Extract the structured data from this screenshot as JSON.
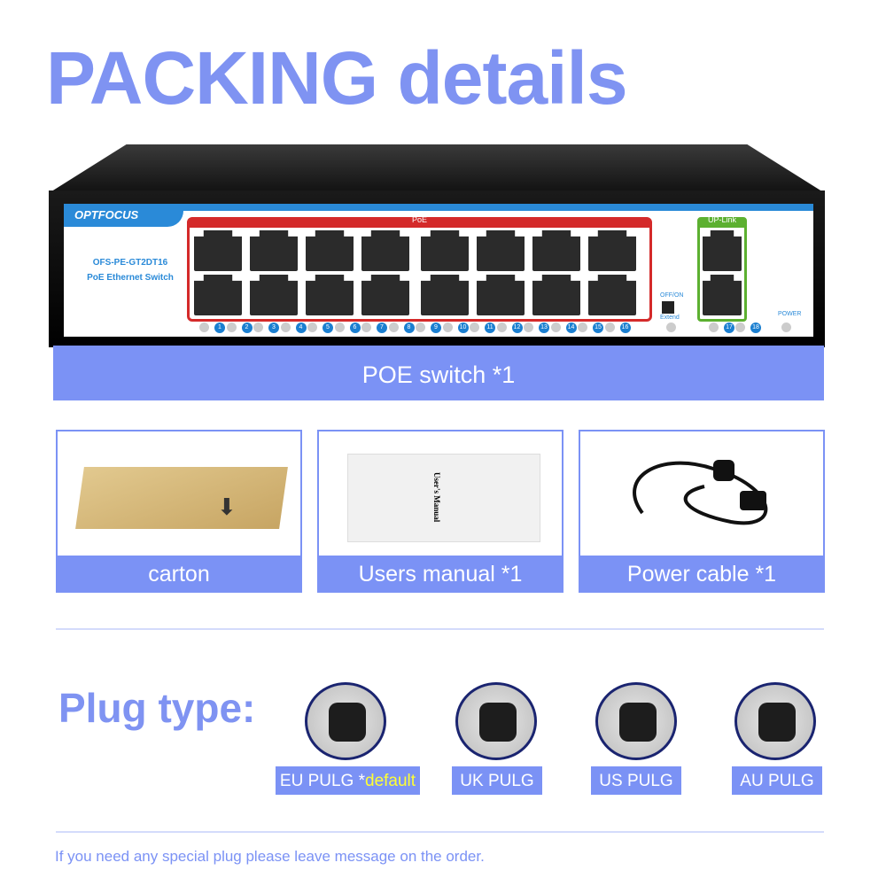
{
  "title": "PACKING details",
  "switch": {
    "brand": "OPTFOCUS",
    "model": "OFS-PE-GT2DT16",
    "subtitle": "PoE Ethernet Switch",
    "poe_label": "PoE",
    "uplink_label": "UP-Link",
    "switch_top": "OFF/ON",
    "switch_bottom": "Extend",
    "power_label": "POWER",
    "port_numbers": [
      "1",
      "2",
      "3",
      "4",
      "5",
      "6",
      "7",
      "8",
      "9",
      "10",
      "11",
      "12",
      "13",
      "14",
      "15",
      "16",
      "17",
      "18"
    ]
  },
  "items": [
    {
      "label": "POE switch *1"
    },
    {
      "label": "carton"
    },
    {
      "label": "Users manual *1",
      "manual_cover": "User's Manual"
    },
    {
      "label": "Power cable  *1"
    }
  ],
  "plug": {
    "title": "Plug type:",
    "types": [
      {
        "label": "EU PULG *",
        "extra": "default"
      },
      {
        "label": "UK PULG"
      },
      {
        "label": "US PULG"
      },
      {
        "label": "AU PULG"
      }
    ]
  },
  "footnote": "If you need any special plug please leave message on the order.",
  "colors": {
    "accent": "#7b92f5",
    "title": "#7f93f2",
    "highlight": "#ffff33"
  }
}
